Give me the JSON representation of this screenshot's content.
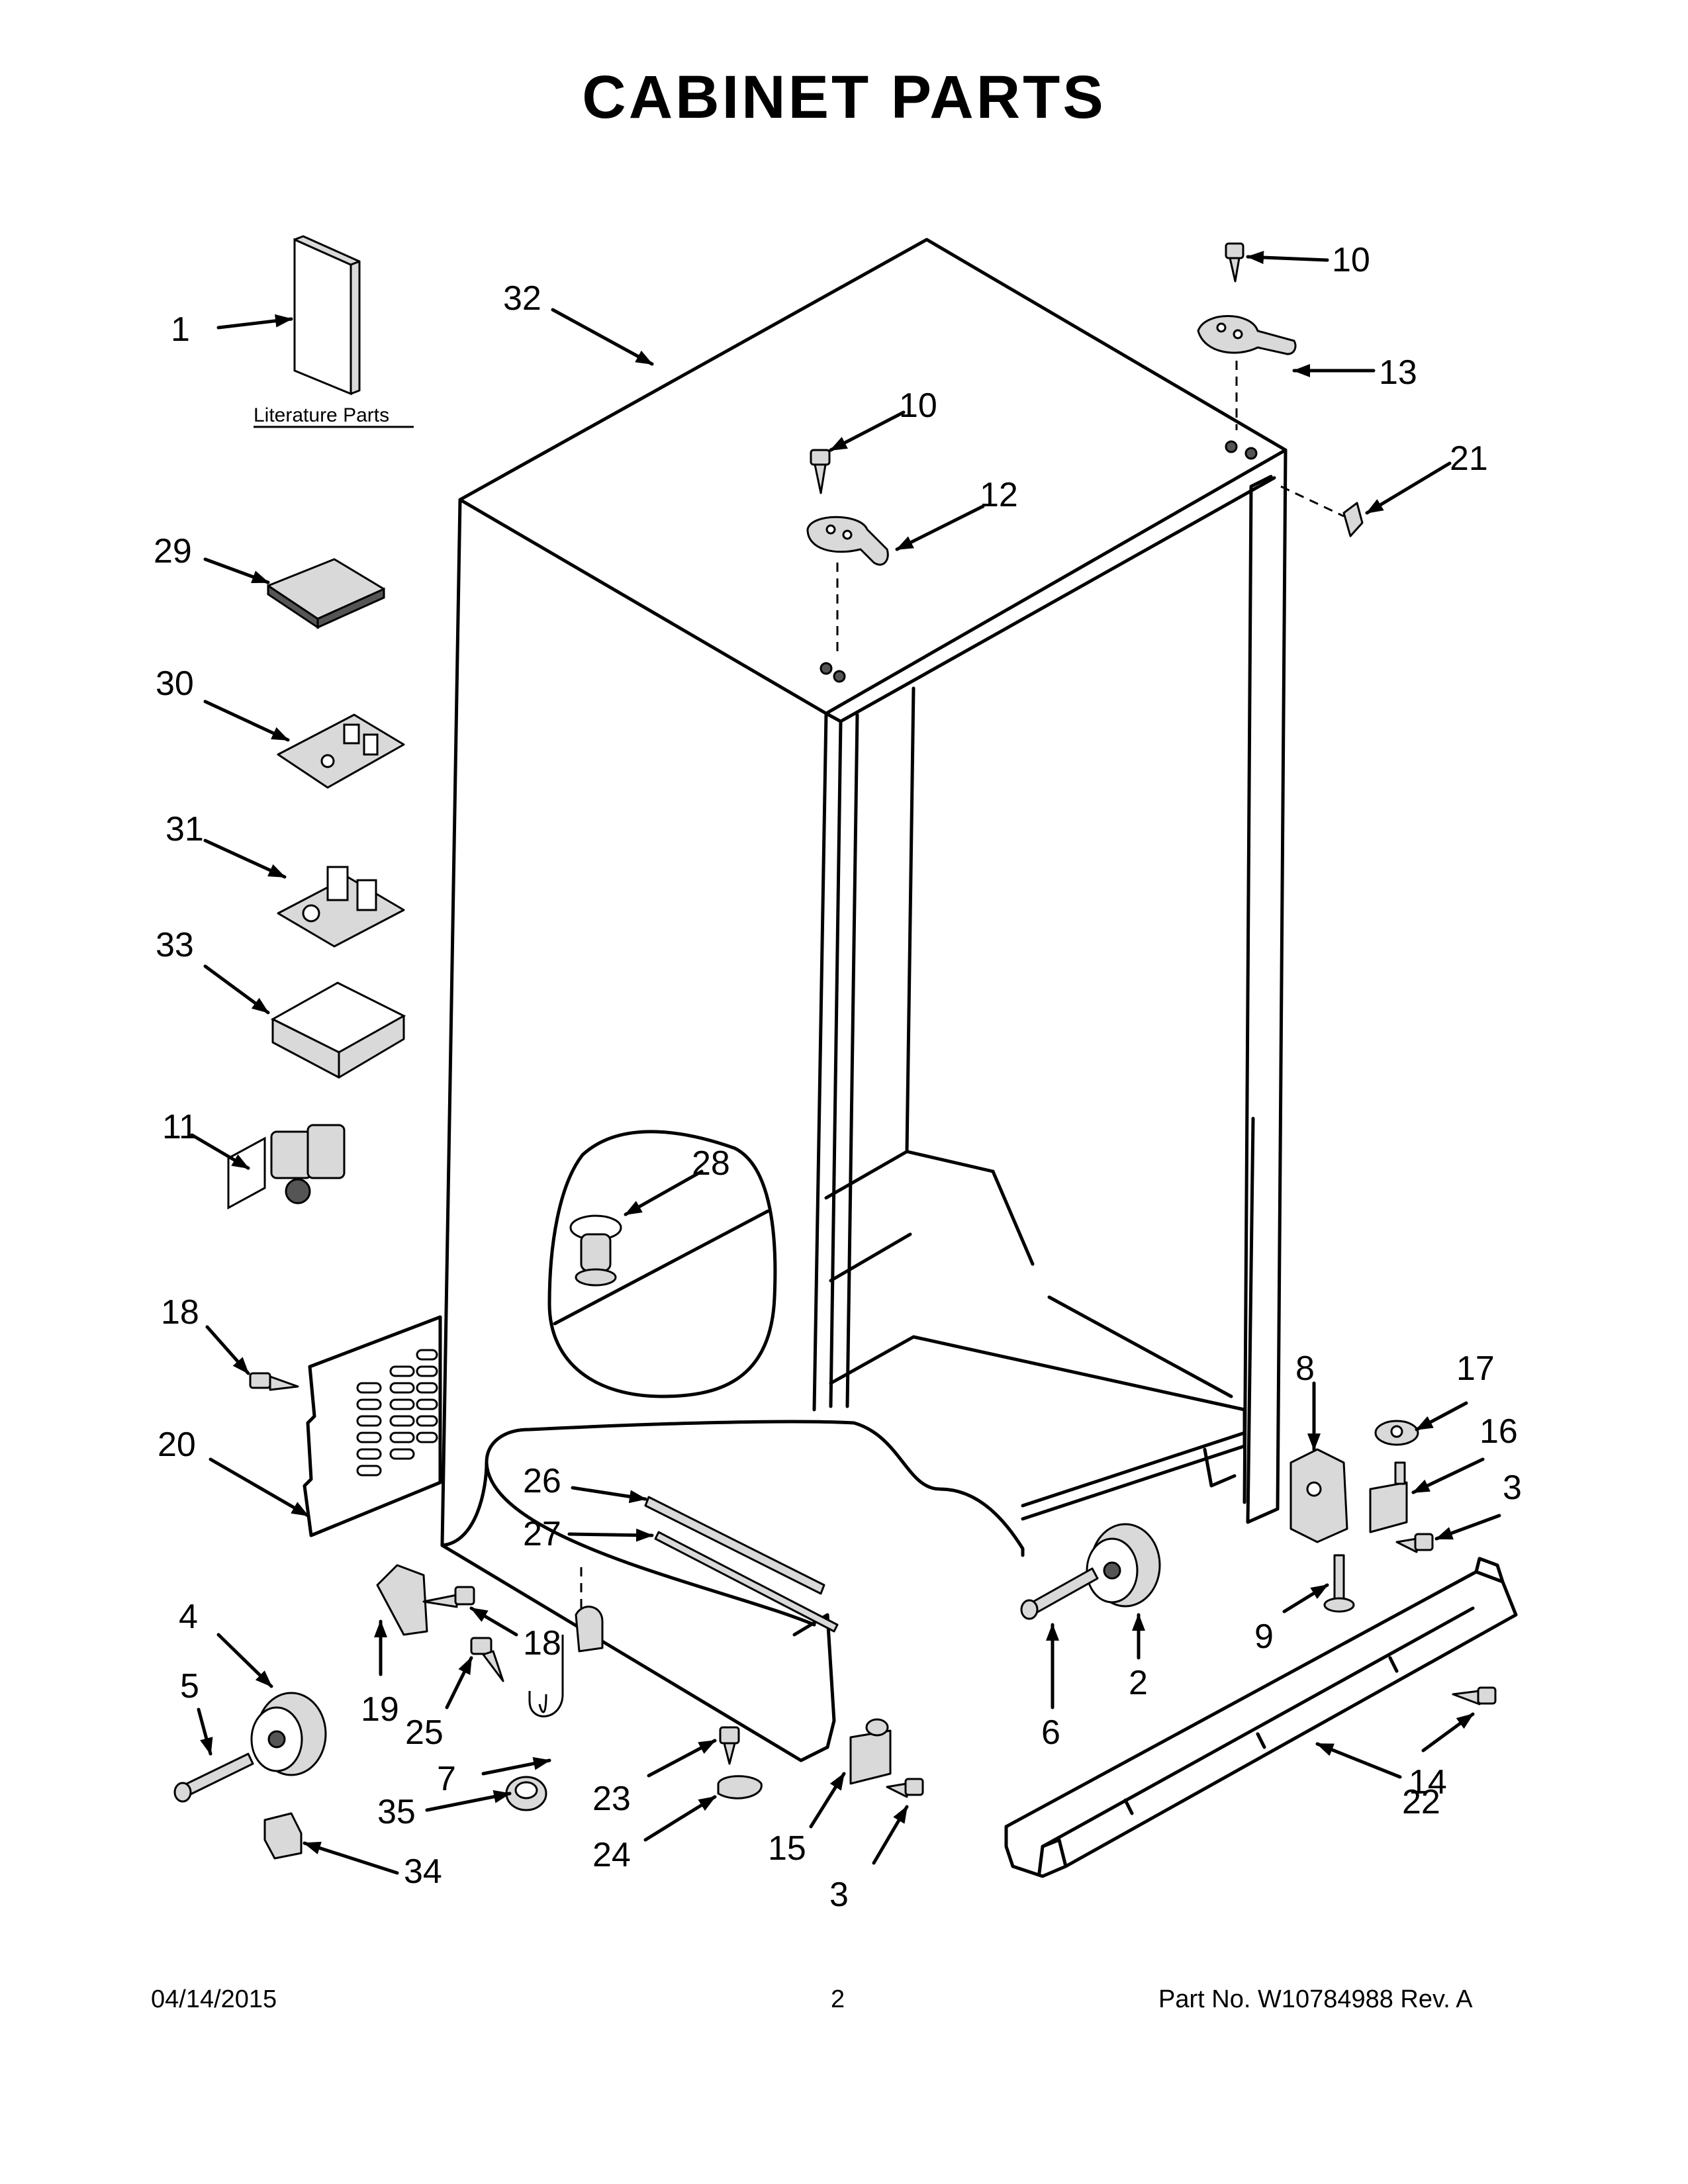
{
  "title": "CABINET PARTS",
  "literature_label": "Literature Parts",
  "footer": {
    "date": "04/14/2015",
    "page": "2",
    "part_number": "Part No.  W10784988  Rev.  A"
  },
  "callouts": [
    "1",
    "32",
    "10",
    "10",
    "13",
    "21",
    "12",
    "29",
    "30",
    "31",
    "33",
    "11",
    "28",
    "18",
    "20",
    "8",
    "17",
    "16",
    "3",
    "26",
    "27",
    "4",
    "5",
    "19",
    "18",
    "25",
    "7",
    "35",
    "34",
    "23",
    "24",
    "15",
    "3",
    "6",
    "2",
    "9",
    "14",
    "22"
  ]
}
